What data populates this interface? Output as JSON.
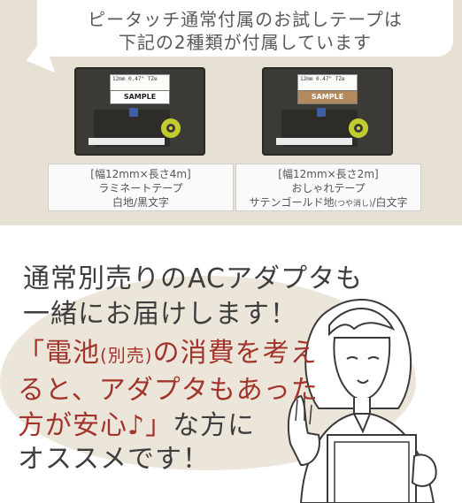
{
  "header": {
    "line1": "ピータッチ通常付属のお試しテープは",
    "line2": "下記の2種類が付属しています"
  },
  "tapes": [
    {
      "label_top": "12mm 0.47\"  TZe",
      "sample": "SAMPLE",
      "caption_line1": "[幅12mm×長さ4m]",
      "caption_line2": "ラミネートテープ",
      "caption_line3": "白地/黒文字"
    },
    {
      "label_top": "12mm 0.47\"  TZe",
      "sample": "SAMPLE",
      "caption_line1": "[幅12mm×長さ2m]",
      "caption_line2": "おしゃれテープ",
      "caption_line3_a": "サテンゴールド地",
      "caption_line3_small": "(つや消し)",
      "caption_line3_b": "/白文字"
    }
  ],
  "body": {
    "line1": "通常別売りのACアダプタも",
    "line2": "一緒にお届けします！",
    "line3_a": "「電池",
    "line3_paren": "(別売)",
    "line3_b": "の消費を考え",
    "line4": "ると、アダプタもあった",
    "line5_red": "方が安心♪」",
    "line5_dark": "な方に",
    "line6": "オススメです！"
  },
  "colors": {
    "band": "#e7e1d4",
    "red_text": "#a2342b",
    "dark_text": "#3e3e3e"
  }
}
